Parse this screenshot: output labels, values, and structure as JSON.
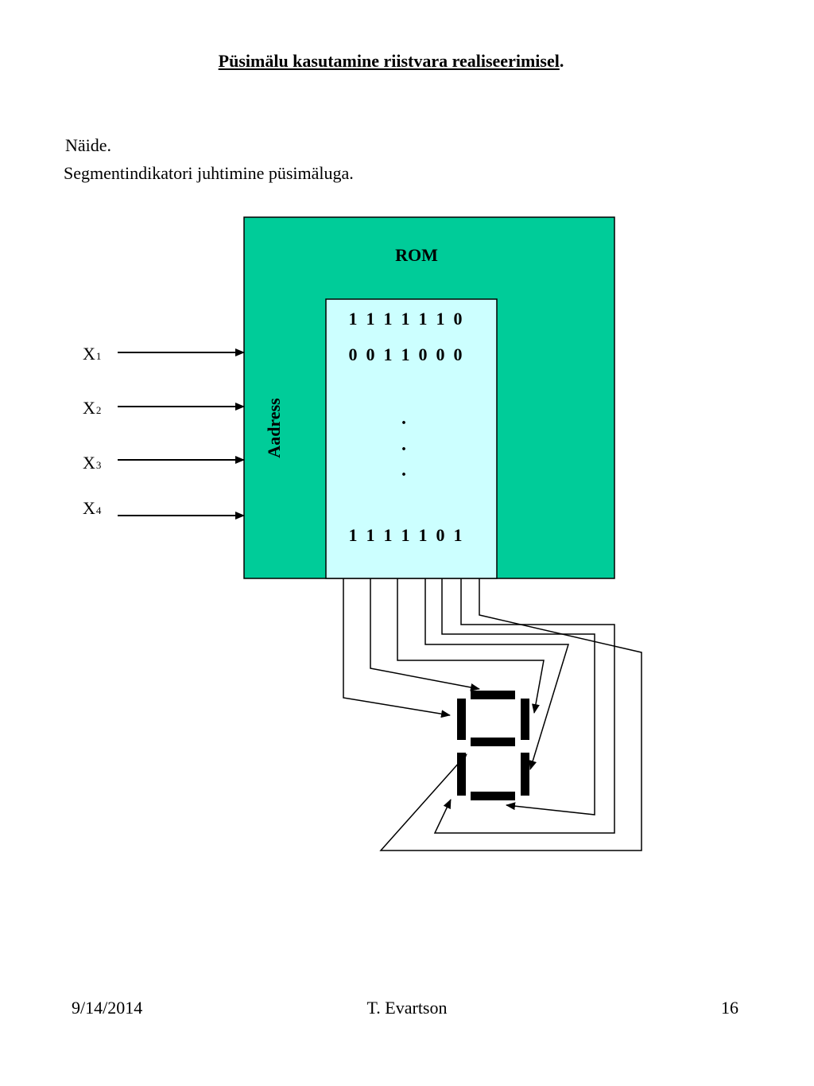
{
  "title": {
    "main": "Püsimälu kasutamine riistvara realiseerimisel",
    "period": "."
  },
  "intro": {
    "line1": "Näide.",
    "line2": "Segmentindikatori juhtimine püsimäluga."
  },
  "diagram": {
    "colors": {
      "rom_fill": "#00cc99",
      "memory_fill": "#ccffff",
      "line": "#000000"
    },
    "rom_label": "ROM",
    "address_label": "Aadress",
    "memory_rows": [
      "1  1  1  1  1  1  0",
      "0  0  1  1  0  0  0",
      "1  1  1  1  1  0  1"
    ],
    "ellipsis": [
      ".",
      ".",
      "."
    ],
    "inputs": [
      {
        "letter": "X",
        "sub": "1"
      },
      {
        "letter": "X",
        "sub": "2"
      },
      {
        "letter": "X",
        "sub": "3"
      },
      {
        "letter": "X",
        "sub": "4"
      }
    ]
  },
  "footer": {
    "date": "9/14/2014",
    "author": "T. Evartson",
    "page": "16"
  }
}
